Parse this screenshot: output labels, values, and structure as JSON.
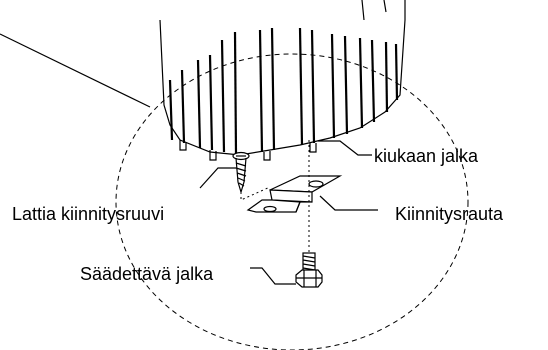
{
  "labels": {
    "leg": "kiukaan jalka",
    "floor_screw": "Lattia kiinnitysruuvi",
    "mounting_bracket": "Kiinnitysrauta",
    "adjustable_foot": "Säädettävä jalka"
  },
  "colors": {
    "line": "#000000",
    "background": "#ffffff"
  }
}
